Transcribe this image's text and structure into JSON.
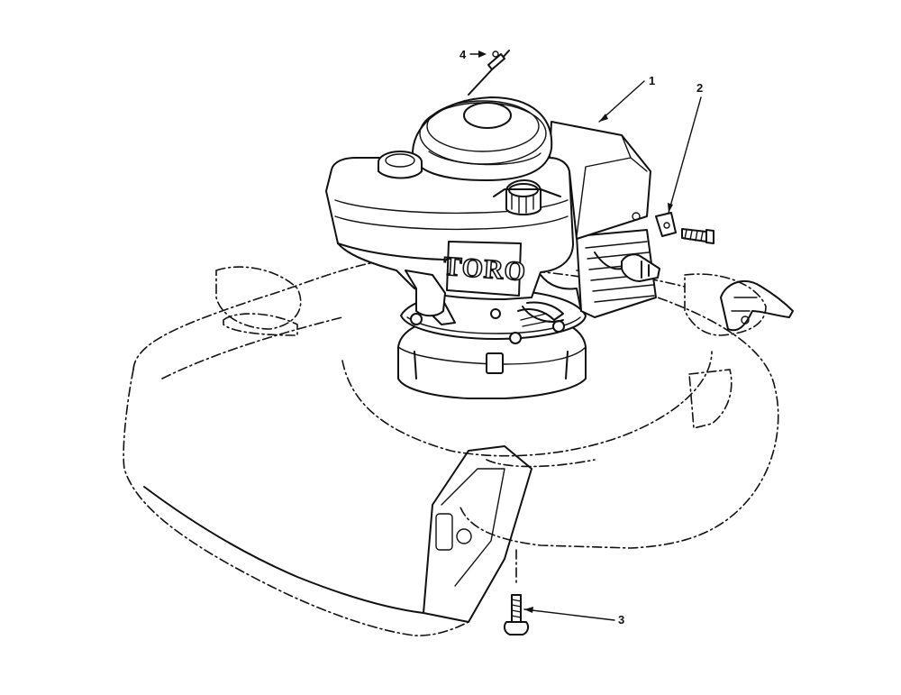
{
  "brand_logo": "TORO",
  "callouts": [
    {
      "label": "1",
      "part": "engine"
    },
    {
      "label": "2",
      "part": "bracket-and-bolt"
    },
    {
      "label": "3",
      "part": "mounting-bolt"
    },
    {
      "label": "4",
      "part": "control-cable"
    }
  ]
}
